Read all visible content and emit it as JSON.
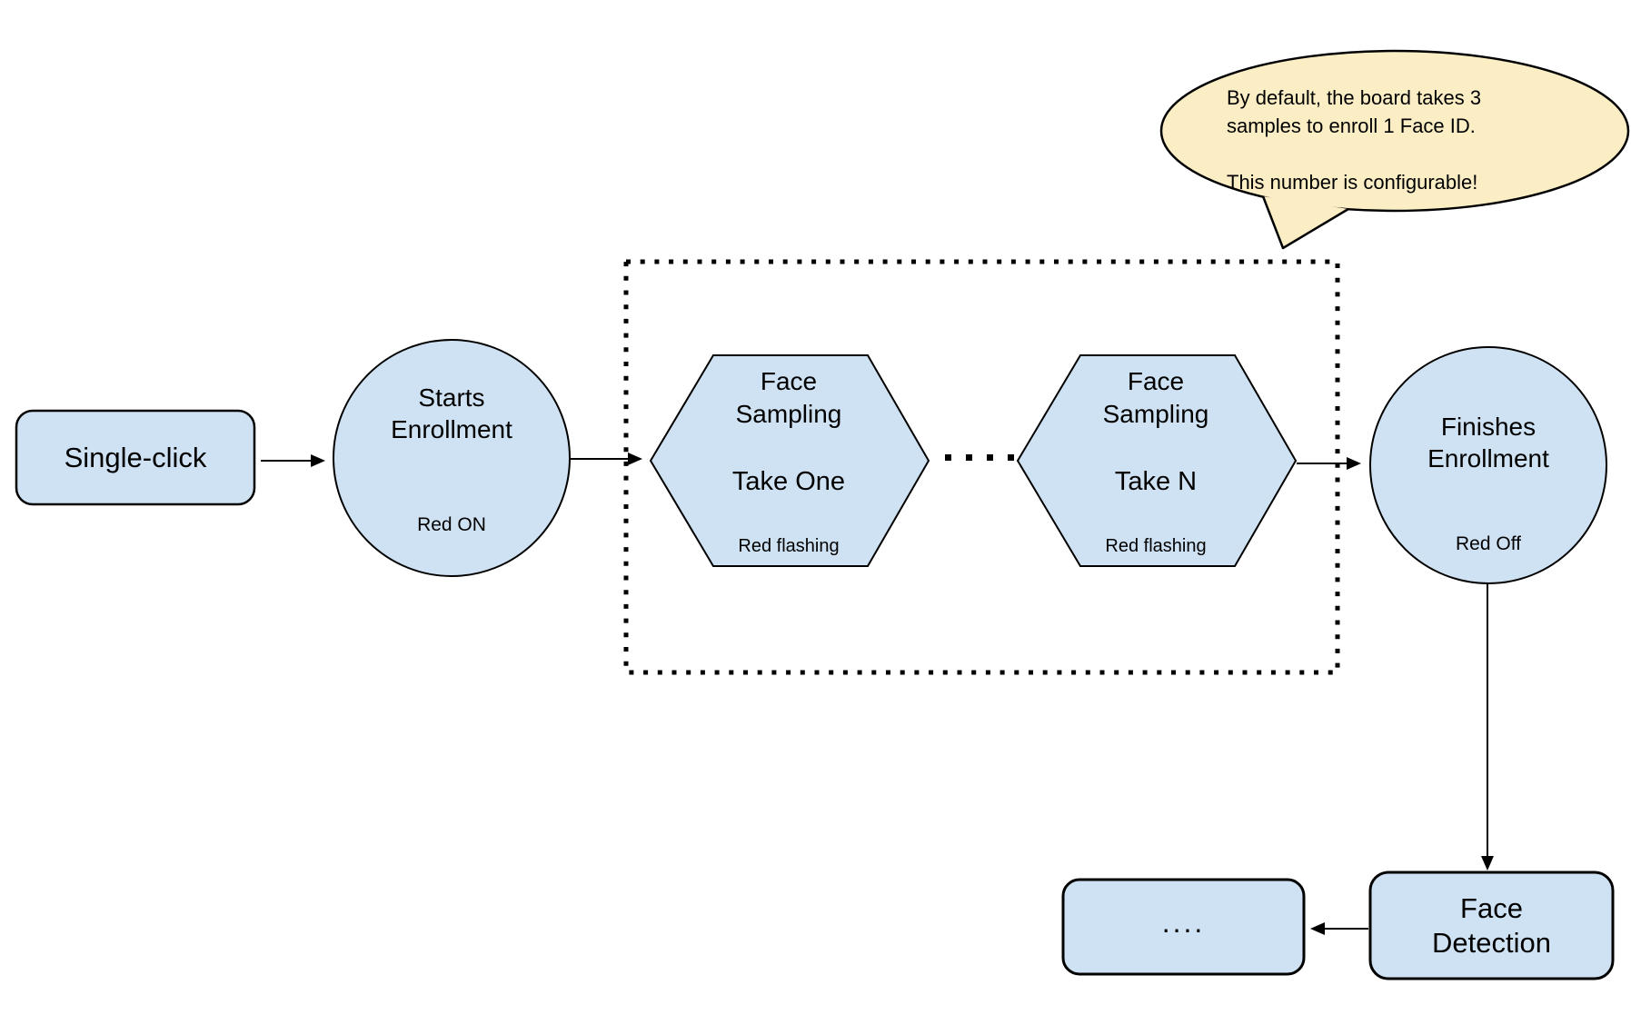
{
  "palette": {
    "node_fill": "#cfe2f3",
    "outline": "#000000",
    "callout_fill": "#fbedc4",
    "background": "#ffffff"
  },
  "diagram": {
    "single_click": {
      "label": "Single-click"
    },
    "starts_enrollment": {
      "title": "Starts\nEnrollment",
      "status": "Red ON"
    },
    "sampling_take_one": {
      "title": "Face\nSampling",
      "step": "Take One",
      "status": "Red flashing"
    },
    "sampling_take_n": {
      "title": "Face\nSampling",
      "step": "Take N",
      "status": "Red flashing"
    },
    "finishes_enrollment": {
      "title": "Finishes\nEnrollment",
      "status": "Red Off"
    },
    "face_detection": {
      "label": "Face\nDetection"
    },
    "continuation": {
      "label": "...."
    },
    "callout": {
      "text": "By default, the board takes 3\nsamples to enroll 1 Face ID.\n\nThis number is configurable!"
    }
  }
}
